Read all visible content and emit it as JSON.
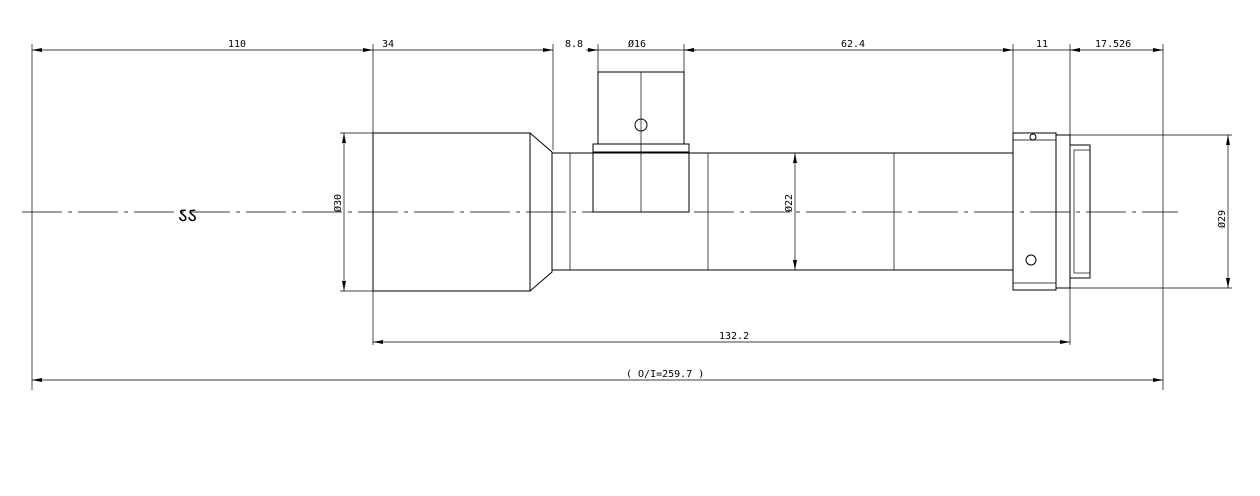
{
  "drawing": {
    "dimensions": {
      "d110": "110",
      "d34": "34",
      "d8_8": "8.8",
      "d16": "Ø16",
      "d62_4": "62.4",
      "d11": "11",
      "d17_526": "17.526",
      "d132_2": "132.2",
      "d259_7": "( O/I=259.7 )",
      "dia30": "Ø30",
      "dia22": "Ø22",
      "dia29": "Ø29"
    },
    "break_symbol": "ऽऽ"
  }
}
